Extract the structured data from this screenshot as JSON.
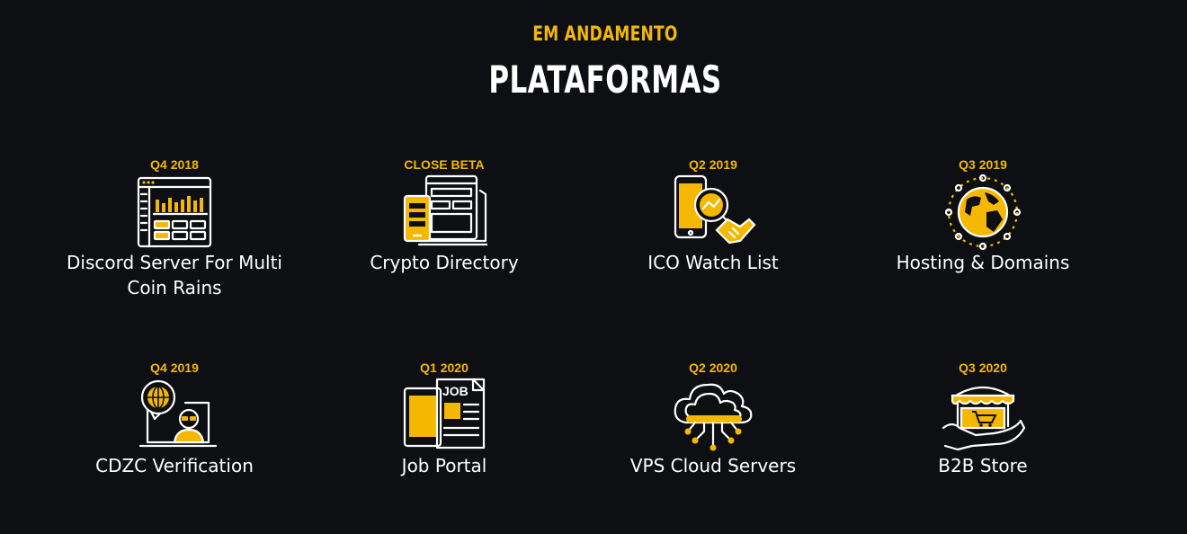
{
  "header": {
    "eyebrow": "EM ANDAMENTO",
    "title": "PLATAFORMAS"
  },
  "colors": {
    "background": "#0d0f13",
    "accent": "#f5b800",
    "text": "#ffffff"
  },
  "platforms": [
    {
      "date": "Q4 2018",
      "label": "Discord Server For Multi Coin Rains",
      "icon": "dashboard-chart-icon"
    },
    {
      "date": "CLOSE BETA",
      "label": "Crypto Directory",
      "icon": "devices-directory-icon"
    },
    {
      "date": "Q2 2019",
      "label": "ICO Watch List",
      "icon": "phone-magnifier-handshake-icon"
    },
    {
      "date": "Q3 2019",
      "label": "Hosting & Domains",
      "icon": "globe-network-icon"
    },
    {
      "date": "Q4 2019",
      "label": "CDZC Verification",
      "icon": "id-verification-icon"
    },
    {
      "date": "Q1 2020",
      "label": "Job Portal",
      "icon": "job-newspaper-icon"
    },
    {
      "date": "Q2 2020",
      "label": "VPS Cloud Servers",
      "icon": "cloud-server-icon"
    },
    {
      "date": "Q3 2020",
      "label": "B2B Store",
      "icon": "store-cart-icon"
    }
  ]
}
